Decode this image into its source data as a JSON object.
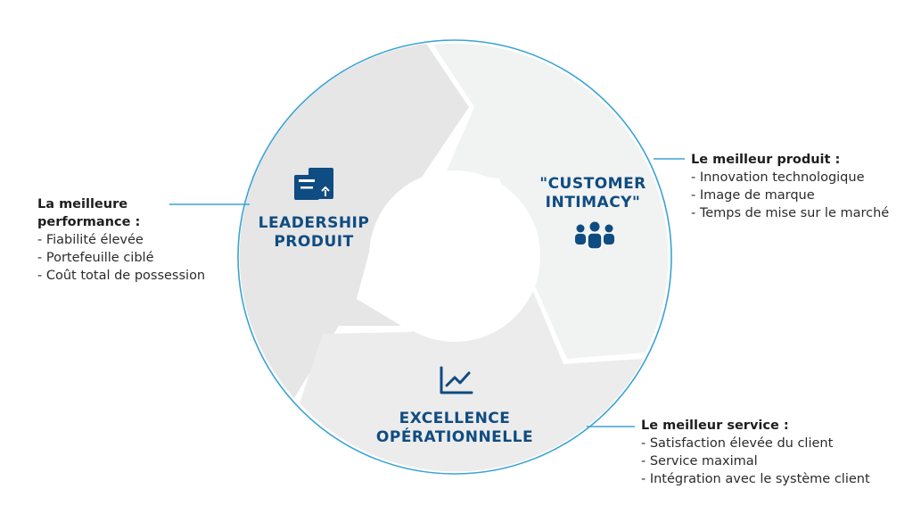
{
  "segments": {
    "leadership": {
      "label": "LEADERSHIP\nPRODUIT",
      "icon": "box-upload-icon",
      "fill": "#e6e6e7"
    },
    "customer": {
      "label": "\"CUSTOMER\nINTIMACY\"",
      "icon": "people-group-icon",
      "fill": "#f1f2f2"
    },
    "excellence": {
      "label": "EXCELLENCE\nOPÉRATIONNELLE",
      "icon": "trend-chart-icon",
      "fill": "#ececed"
    }
  },
  "callouts": {
    "left": {
      "title": "La meilleure\nperformance :",
      "items": [
        "- Fiabilité élevée",
        "- Portefeuille ciblé",
        "- Coût total de possession"
      ]
    },
    "right_top": {
      "title": "Le meilleur produit :",
      "items": [
        "- Innovation technologique",
        "- Image de marque",
        "- Temps de mise sur le marché"
      ]
    },
    "right_bottom": {
      "title": "Le meilleur service :",
      "items": [
        "- Satisfaction élevée du client",
        "- Service maximal",
        "- Intégration avec le système client"
      ]
    }
  },
  "colors": {
    "ring": "#3aa3d6",
    "accent": "#0f4c81",
    "connector": "#3aa3d6"
  }
}
